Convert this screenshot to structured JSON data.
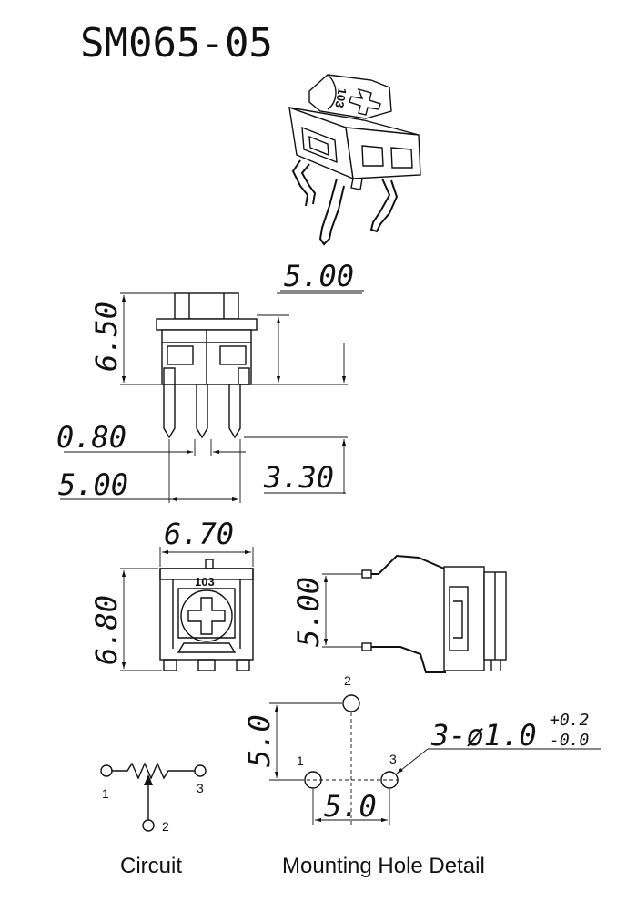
{
  "title": "SM065-05",
  "front_view": {
    "dim_width_top": "5.00",
    "dim_height": "6.50",
    "dim_pin_width": "0.80",
    "dim_pin_pitch": "5.00",
    "dim_pin_length": "3.30"
  },
  "top_view": {
    "dim_width": "6.70",
    "dim_height": "6.80",
    "resistance_code": "103"
  },
  "side_view": {
    "dim_lead_spacing": "5.00"
  },
  "circuit": {
    "caption": "Circuit",
    "pin1": "1",
    "pin2": "2",
    "pin3": "3"
  },
  "mounting": {
    "caption": "Mounting Hole Detail",
    "dim_vertical": "5.0",
    "dim_horizontal": "5.0",
    "hole_spec": "3-ø1.0",
    "tol_plus": "+0.2",
    "tol_minus": "-0.0",
    "pin1": "1",
    "pin2": "2",
    "pin3": "3"
  }
}
